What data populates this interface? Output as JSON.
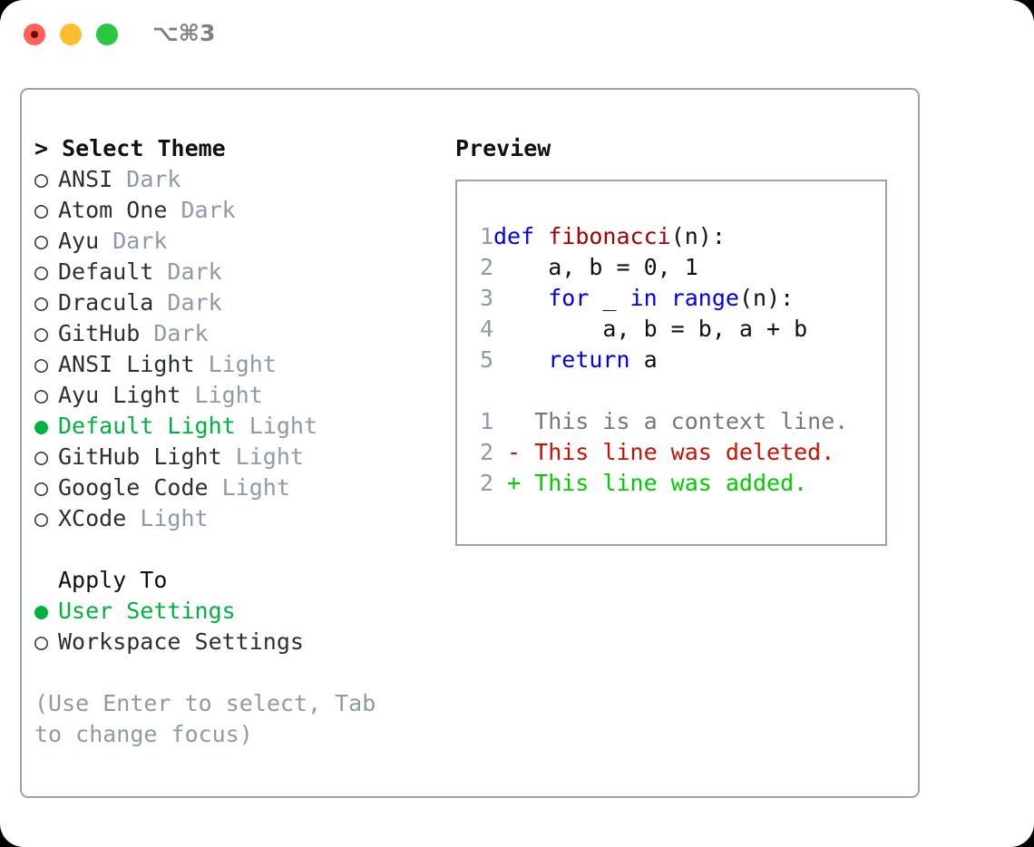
{
  "titlebar": {
    "shortcut": "⌥⌘3",
    "buttons": [
      "close",
      "minimize",
      "maximize"
    ]
  },
  "theme_list": {
    "header": "> Select Theme",
    "marker_selected": "●",
    "marker_unselected": "○",
    "items": [
      {
        "name": "ANSI",
        "category": "Dark",
        "selected": false
      },
      {
        "name": "Atom One",
        "category": "Dark",
        "selected": false
      },
      {
        "name": "Ayu",
        "category": "Dark",
        "selected": false
      },
      {
        "name": "Default",
        "category": "Dark",
        "selected": false
      },
      {
        "name": "Dracula",
        "category": "Dark",
        "selected": false
      },
      {
        "name": "GitHub",
        "category": "Dark",
        "selected": false
      },
      {
        "name": "ANSI Light",
        "category": "Light",
        "selected": false
      },
      {
        "name": "Ayu Light",
        "category": "Light",
        "selected": false
      },
      {
        "name": "Default Light",
        "category": "Light",
        "selected": true
      },
      {
        "name": "GitHub Light",
        "category": "Light",
        "selected": false
      },
      {
        "name": "Google Code",
        "category": "Light",
        "selected": false
      },
      {
        "name": "XCode",
        "category": "Light",
        "selected": false
      }
    ]
  },
  "apply_to": {
    "label": "Apply To",
    "items": [
      {
        "name": "User Settings",
        "selected": true
      },
      {
        "name": "Workspace Settings",
        "selected": false
      }
    ]
  },
  "hint": "(Use Enter to select, Tab to change focus)",
  "preview": {
    "title": "Preview",
    "code_lines": [
      {
        "no": "1",
        "tokens": [
          {
            "t": "def ",
            "c": "tok-kw"
          },
          {
            "t": "fibonacci",
            "c": "tok-fn"
          },
          {
            "t": "(n):",
            "c": "tok-pl"
          }
        ]
      },
      {
        "no": "2",
        "tokens": [
          {
            "t": "    a, b = 0, 1",
            "c": "tok-pl"
          }
        ]
      },
      {
        "no": "3",
        "tokens": [
          {
            "t": "    ",
            "c": "tok-pl"
          },
          {
            "t": "for ",
            "c": "tok-kw"
          },
          {
            "t": "_ ",
            "c": "tok-pl"
          },
          {
            "t": "in ",
            "c": "tok-kw"
          },
          {
            "t": "range",
            "c": "tok-kw"
          },
          {
            "t": "(n):",
            "c": "tok-pl"
          }
        ]
      },
      {
        "no": "4",
        "tokens": [
          {
            "t": "        a, b = b, a + b",
            "c": "tok-pl"
          }
        ]
      },
      {
        "no": "5",
        "tokens": [
          {
            "t": "    ",
            "c": "tok-pl"
          },
          {
            "t": "return ",
            "c": "tok-kw"
          },
          {
            "t": "a",
            "c": "tok-pl"
          }
        ]
      }
    ],
    "diff_lines": [
      {
        "no": "1",
        "tokens": [
          {
            "t": "   This is a context line.",
            "c": "diff-ctx"
          }
        ]
      },
      {
        "no": "2",
        "tokens": [
          {
            "t": " - This line was deleted.",
            "c": "diff-del"
          }
        ]
      },
      {
        "no": "2",
        "tokens": [
          {
            "t": " + This line was added.",
            "c": "diff-add"
          }
        ]
      }
    ]
  },
  "colors": {
    "selected_green": "#00b140",
    "muted_gray": "#9099a8",
    "border": "#97a2b3",
    "keyword_blue": "#0000ee",
    "function_red": "#aa0000",
    "diff_deleted": "#cc1100",
    "diff_added": "#00cc00",
    "traffic_red": "#ff6059",
    "traffic_yellow": "#febc2e",
    "traffic_green": "#28c840"
  }
}
